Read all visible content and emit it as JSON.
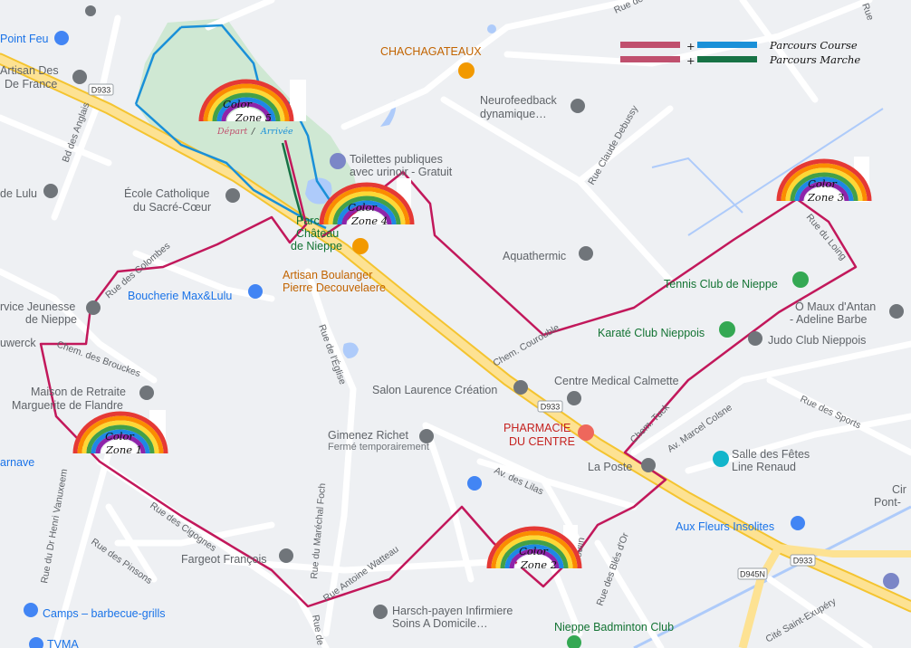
{
  "legend": {
    "course_label": "Parcours Course",
    "marche_label": "Parcours Marche",
    "plus": "+",
    "course_colors": [
      "#c0506e",
      "#1a90d8"
    ],
    "marche_colors": [
      "#c0506e",
      "#177245"
    ]
  },
  "zones": [
    {
      "line1": "Color",
      "line2": "Zone 5"
    },
    {
      "line1": "Color",
      "line2": "Zone 4"
    },
    {
      "line1": "Color",
      "line2": "Zone 3"
    },
    {
      "line1": "Color",
      "line2": "Zone 1"
    },
    {
      "line1": "Color",
      "line2": "Zone 2"
    }
  ],
  "depart": {
    "left": "Départ",
    "sep": " / ",
    "right": "Arrivée"
  },
  "route_colors": {
    "course": "#c2185b",
    "marche_inner": "#177245",
    "blue": "#1a90d8"
  },
  "road_badges": [
    "D933",
    "D933",
    "D933",
    "D945N"
  ],
  "pois": {
    "point_feu": "Point Feu",
    "artisan1": "Artisan Des",
    "artisan2": "De France",
    "chacha": "CHACHAGATEAUX",
    "neuro1": "Neurofeedback",
    "neuro2": "dynamique…",
    "toilettes1": "Toilettes publiques",
    "toilettes2": "avec urinoir - Gratuit",
    "lulu": "de Lulu",
    "ecole1": "École Catholique",
    "ecole2": "du Sacré-Cœur",
    "parc1": "Parc",
    "parc2": "Château",
    "parc3": "de Nieppe",
    "boul1": "Artisan Boulanger",
    "boul2": "Pierre Decouvelaere",
    "boucherie": "Boucherie Max&Lulu",
    "aquathermic": "Aquathermic",
    "tennis": "Tennis Club de Nieppe",
    "maux1": "Ô Maux d'Antan",
    "maux2": "- Adeline Barbe",
    "karate": "Karaté Club Nieppois",
    "judo": "Judo Club Nieppois",
    "jeunesse1": "rvice Jeunesse",
    "jeunesse2": "de Nieppe",
    "uwerck": "uwerck",
    "maison1": "Maison de Retraite",
    "maison2": "Marguerite de Flandre",
    "calmette": "Centre Medical Calmette",
    "salon": "Salon Laurence Création",
    "pharmacie1": "PHARMACIE",
    "pharmacie2": "DU CENTRE",
    "gimenez1": "Gimenez Richet",
    "gimenez2": "Fermé temporairement",
    "laposte": "La Poste",
    "salle1": "Salle des Fêtes",
    "salle2": "Line Renaud",
    "pont1": "Cir",
    "pont2": "Pont-",
    "arnave": "arnave",
    "fleurs": "Aux Fleurs Insolites",
    "fargeot": "Fargeot François",
    "camps": "Camps – barbecue-grills",
    "harsch1": "Harsch-payen Infirmiere",
    "harsch2": "Soins A Domicile…",
    "badminton": "Nieppe Badminton Club",
    "tvma": "TVMA"
  },
  "streets": {
    "anglais": "Bd des Anglais",
    "debussy": "Rue Claude Debussy",
    "rue_top": "Rue de",
    "rue_top_right": "Rue",
    "colombes": "Rue des Colombes",
    "brouckes": "Chem. des Brouckes",
    "eglise": "Rue de l'Église",
    "courouble": "Chem. Courouble",
    "loing": "Rue du Loing",
    "tuck": "Chem. Tuck",
    "colsne": "Av. Marcel Colsne",
    "sports": "Rue des Sports",
    "lilas": "Av. des Lilas",
    "vanuxeem": "Rue du Dr Henri Vanuxeem",
    "pinsons": "Rue des Pinsons",
    "cigognes": "Rue des Cigognes",
    "foch": "Rue du Maréchal Foch",
    "watteau": "Rue Antoine Watteau",
    "bles": "Rue des Blés d'Or",
    "moulin": "Moulin",
    "exupery": "Cité Saint-Exupéry",
    "rue_de_bottom": "Rue de"
  }
}
